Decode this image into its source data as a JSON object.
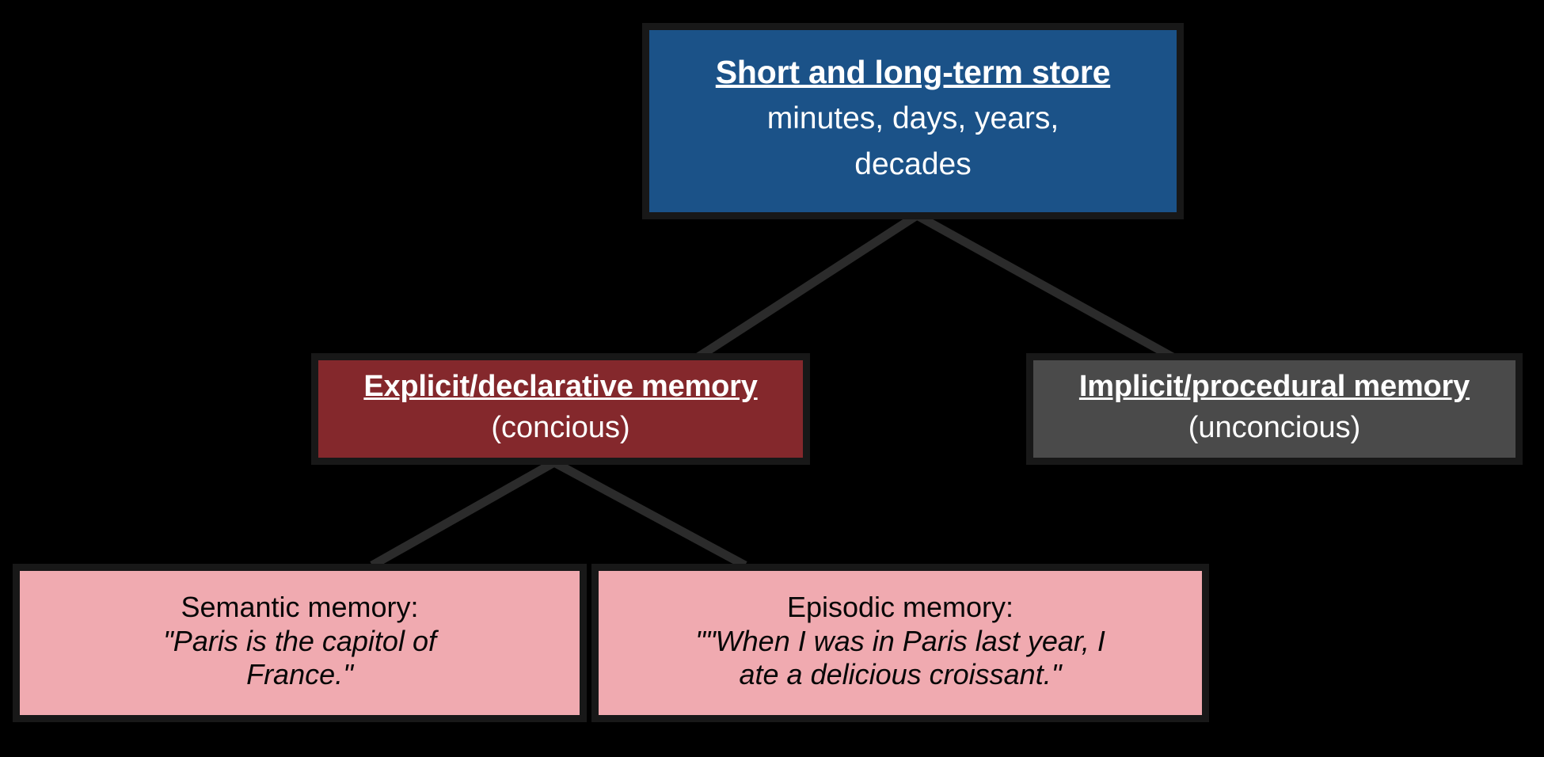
{
  "diagram": {
    "type": "hierarchy-tree",
    "background_color": "#000000",
    "connector_color": "#2b2b2b",
    "box_frame_color": "#181818",
    "nodes": {
      "store": {
        "title": "Short and long-term store",
        "line2": "minutes, days, years,",
        "line3": "decades",
        "fill_color": "#1b5288",
        "text_color": "#ffffff"
      },
      "explicit": {
        "title": "Explicit/declarative memory",
        "subtitle": "(concious)",
        "fill_color": "#84282c",
        "text_color": "#ffffff"
      },
      "implicit": {
        "title": "Implicit/procedural memory",
        "subtitle": "(unconcious)",
        "fill_color": "#4a4a4a",
        "text_color": "#ffffff"
      },
      "semantic": {
        "label": "Semantic memory:",
        "example_line1": "\"Paris is the capitol of",
        "example_line2": "France.\"",
        "fill_color": "#f0aab0",
        "text_color": "#070707"
      },
      "episodic": {
        "label": "Episodic memory:",
        "example_line1": "\"\"When I was in Paris last year, I",
        "example_line2": "ate a delicious croissant.\"",
        "fill_color": "#f0aab0",
        "text_color": "#070707"
      }
    }
  }
}
